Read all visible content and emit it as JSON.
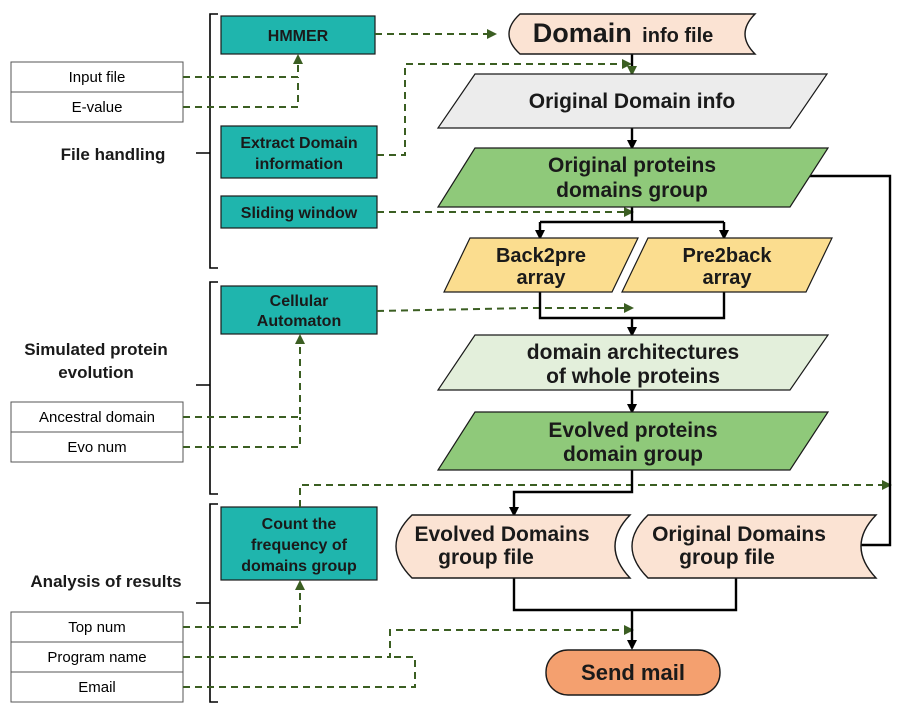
{
  "sections": {
    "file_handling": "File handling",
    "simulated_line1": "Simulated protein",
    "simulated_line2": "evolution",
    "analysis": "Analysis of results"
  },
  "inputs": {
    "input_file": "Input file",
    "e_value": "E-value",
    "ancestral_domain": "Ancestral domain",
    "evo_num": "Evo num",
    "top_num": "Top num",
    "program_name": "Program name",
    "email": "Email"
  },
  "tools": {
    "hmmer": "HMMER",
    "extract_line1": "Extract Domain",
    "extract_line2": "information",
    "sliding_window": "Sliding window",
    "cellular_line1": "Cellular",
    "cellular_line2": "Automaton",
    "count_line1": "Count the",
    "count_line2": "frequency of",
    "count_line3": "domains group"
  },
  "flow": {
    "domain_info_file_big": "Domain",
    "domain_info_file_small": "info file",
    "original_domain_info": "Original  Domain info",
    "original_groups_line1": "Original proteins",
    "original_groups_line2": "domains group",
    "back2pre_line1": "Back2pre",
    "back2pre_line2": "array",
    "pre2back_line1": "Pre2back",
    "pre2back_line2": "array",
    "architectures_line1": "domain architectures",
    "architectures_line2": "of whole proteins",
    "evolved_groups_line1": "Evolved proteins",
    "evolved_groups_line2": "domain group",
    "evolved_file_line1": "Evolved Domains",
    "evolved_file_line2": "group file",
    "original_file_line1": "Original Domains",
    "original_file_line2": "group file",
    "send_mail": "Send mail"
  },
  "colors": {
    "teal": "#1fb5ad",
    "green_dark": "#8fc97a",
    "green_light": "#e3efdb",
    "yellow": "#fbdd8f",
    "peach": "#fbe3d3",
    "orange": "#f4a06f",
    "gray": "#ececec",
    "dash": "#3b5e22"
  }
}
